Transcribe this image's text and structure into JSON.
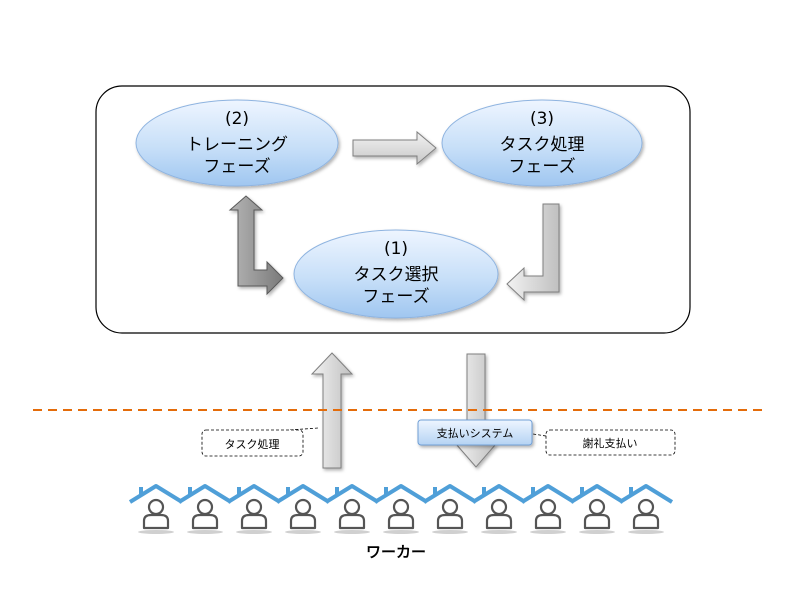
{
  "phases": {
    "training": {
      "number": "(2)",
      "line1": "トレーニング",
      "line2": "フェーズ"
    },
    "task_processing": {
      "number": "(3)",
      "line1": "タスク処理",
      "line2": "フェーズ"
    },
    "task_selection": {
      "number": "(1)",
      "line1": "タスク選択",
      "line2": "フェーズ"
    }
  },
  "callouts": {
    "task_processing": "タスク処理",
    "payment_system": "支払いシステム",
    "reward_payment": "謝礼支払い"
  },
  "workers": {
    "label": "ワーカー",
    "count": 11
  },
  "colors": {
    "ellipse_fill_top": "#e8f2ff",
    "ellipse_fill_bottom": "#a9cdf5",
    "ellipse_stroke": "#8fb4e0",
    "arrow_dark": "#8c8c8c",
    "arrow_light": "#d9d9d9",
    "divider": "#e46c0a",
    "house_roof": "#4f9fd8"
  }
}
